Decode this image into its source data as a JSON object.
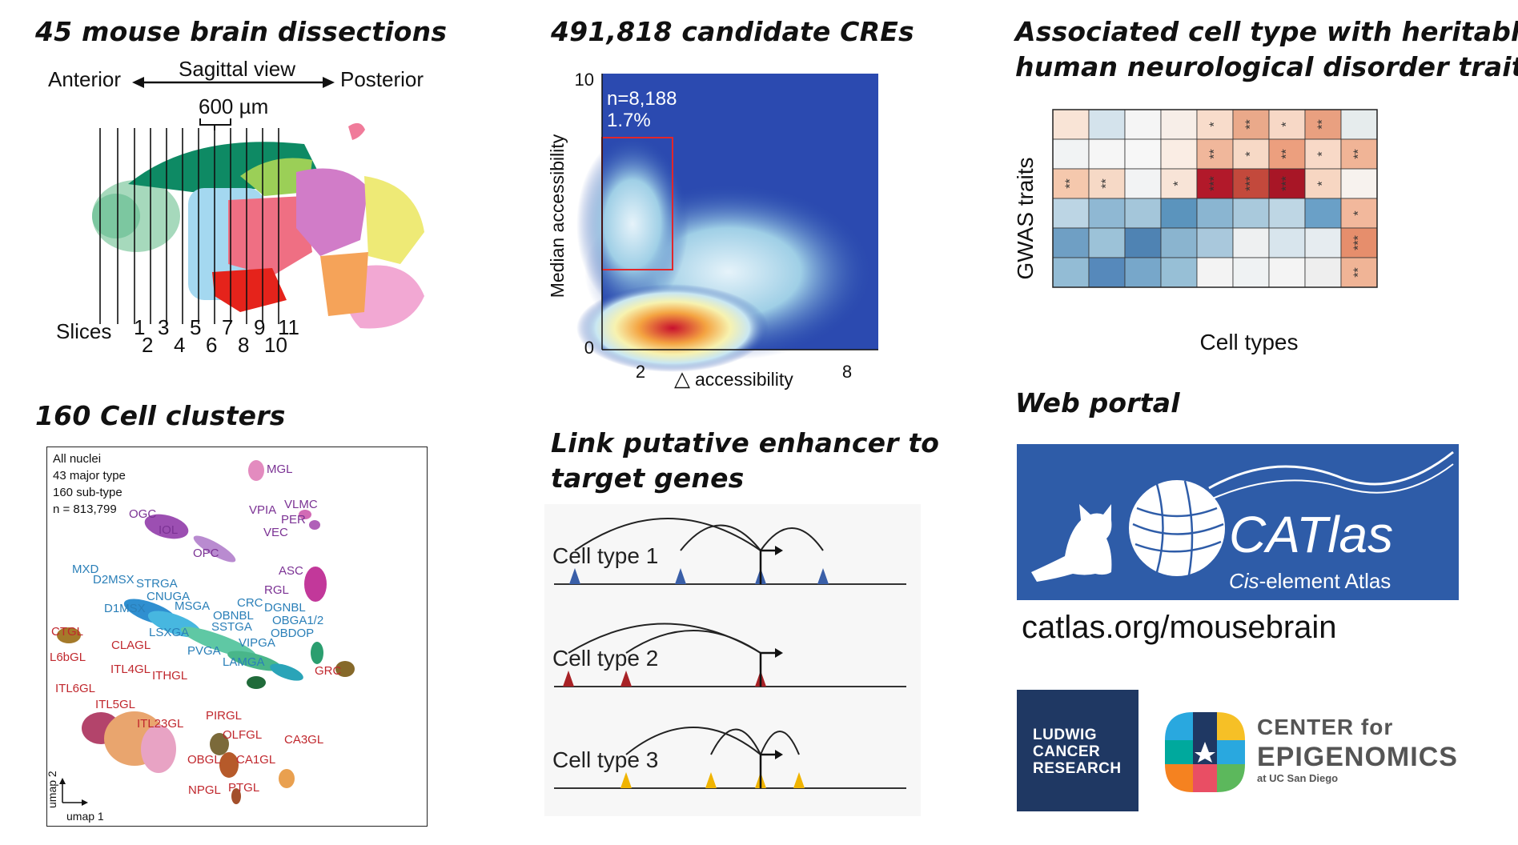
{
  "panels": {
    "dissection": {
      "title": "45 mouse brain dissections",
      "anterior": "Anterior",
      "posterior": "Posterior",
      "view": "Sagittal view",
      "spacing": "600 µm",
      "slices_label": "Slices",
      "slices": [
        "1",
        "2",
        "3",
        "4",
        "5",
        "6",
        "7",
        "8",
        "9",
        "10",
        "11"
      ]
    },
    "cres": {
      "title": "491,818 candidate CREs",
      "annotation_n": "n=8,188",
      "annotation_pct": "1.7%",
      "ylabel": "Median accessibility",
      "xlabel": "accessibility",
      "xlabel_symbol": "△",
      "yticks": [
        "10",
        "0"
      ],
      "xticks": [
        "2",
        "8"
      ]
    },
    "gwas": {
      "title_line1": "Associated cell type with heritable",
      "title_line2": "human neurological disorder traits",
      "ylabel": "GWAS traits",
      "xlabel": "Cell types",
      "matrix_colors": [
        [
          "#f9e4d6",
          "#d4e3ec",
          "#f5f5f5",
          "#f7eee8",
          "#f8dccb",
          "#eaa98a",
          "#f7d8c6",
          "#e9a080",
          "#e6eced"
        ],
        [
          "#f1f3f4",
          "#f6f6f6",
          "#f7f7f7",
          "#faede4",
          "#f0b79b",
          "#f7d9c6",
          "#ec9f7e",
          "#f8d9c7",
          "#f0b496"
        ],
        [
          "#f5c8ad",
          "#f6d9c6",
          "#f2f3f4",
          "#f8e4d7",
          "#b2192a",
          "#c3493c",
          "#a81626",
          "#f7d6c2",
          "#f7f2ee"
        ],
        [
          "#bcd5e4",
          "#8fb8d3",
          "#a4c6da",
          "#5b94bd",
          "#8ab5d1",
          "#a9c9dc",
          "#bed6e4",
          "#6aa0c7",
          "#f2b89c"
        ],
        [
          "#6f9fc4",
          "#9cc2d8",
          "#4f83b3",
          "#8ab4cf",
          "#a9c8dc",
          "#eef0f1",
          "#d8e5ed",
          "#e6ecf0",
          "#e68e6c"
        ],
        [
          "#93bcd5",
          "#5689bb",
          "#77a7ca",
          "#97bfd6",
          "#f3f3f3",
          "#eff2f3",
          "#f4f4f4",
          "#eeeeee",
          "#f0b496"
        ]
      ],
      "stars": [
        [
          "",
          "",
          "",
          "",
          "*",
          "**",
          "*",
          "**",
          ""
        ],
        [
          "",
          "",
          "",
          "",
          "**",
          "*",
          "**",
          "*",
          "**"
        ],
        [
          "**",
          "**",
          "",
          "*",
          "***",
          "***",
          "***",
          "*",
          ""
        ],
        [
          "",
          "",
          "",
          "",
          "",
          "",
          "",
          "",
          "*"
        ],
        [
          "",
          "",
          "",
          "",
          "",
          "",
          "",
          "",
          "***"
        ],
        [
          "",
          "",
          "",
          "",
          "",
          "",
          "",
          "",
          "**"
        ]
      ]
    },
    "clusters": {
      "title": "160 Cell clusters",
      "legend": [
        "All nuclei",
        "43 major type",
        "160 sub-type",
        "n = 813,799"
      ],
      "axis_y": "umap 2",
      "axis_x": "umap 1",
      "labels": [
        {
          "text": "MGL",
          "color": "#7b3294"
        },
        {
          "text": "VPIA",
          "color": "#7b3294"
        },
        {
          "text": "VLMC",
          "color": "#7b3294"
        },
        {
          "text": "PER",
          "color": "#7b3294"
        },
        {
          "text": "VEC",
          "color": "#7b3294"
        },
        {
          "text": "OGC",
          "color": "#7b3294"
        },
        {
          "text": "IOL",
          "color": "#7b3294"
        },
        {
          "text": "OPC",
          "color": "#7b3294"
        },
        {
          "text": "ASC",
          "color": "#7b3294"
        },
        {
          "text": "RGL",
          "color": "#7b3294"
        },
        {
          "text": "MXD",
          "color": "#2a7fb8"
        },
        {
          "text": "D2MSX",
          "color": "#2a7fb8"
        },
        {
          "text": "STRGA",
          "color": "#2a7fb8"
        },
        {
          "text": "CNUGA",
          "color": "#2a7fb8"
        },
        {
          "text": "D1MSX",
          "color": "#2a7fb8"
        },
        {
          "text": "MSGA",
          "color": "#2a7fb8"
        },
        {
          "text": "CRC",
          "color": "#2a7fb8"
        },
        {
          "text": "DGNBL",
          "color": "#2a7fb8"
        },
        {
          "text": "OBNBL",
          "color": "#2a7fb8"
        },
        {
          "text": "SSTGA",
          "color": "#2a7fb8"
        },
        {
          "text": "OBGA1/2",
          "color": "#2a7fb8"
        },
        {
          "text": "OBDOP",
          "color": "#2a7fb8"
        },
        {
          "text": "LSXGA",
          "color": "#2a7fb8"
        },
        {
          "text": "PVGA",
          "color": "#2a7fb8"
        },
        {
          "text": "VIPGA",
          "color": "#2a7fb8"
        },
        {
          "text": "LAMGA",
          "color": "#2a7fb8"
        },
        {
          "text": "GRC",
          "color": "#c0272d"
        },
        {
          "text": "CTGL",
          "color": "#c0272d"
        },
        {
          "text": "L6bGL",
          "color": "#c0272d"
        },
        {
          "text": "CLAGL",
          "color": "#c0272d"
        },
        {
          "text": "ITL4GL",
          "color": "#c0272d"
        },
        {
          "text": "ITHGL",
          "color": "#c0272d"
        },
        {
          "text": "ITL6GL",
          "color": "#c0272d"
        },
        {
          "text": "ITL5GL",
          "color": "#c0272d"
        },
        {
          "text": "ITL23GL",
          "color": "#c0272d"
        },
        {
          "text": "PIRGL",
          "color": "#c0272d"
        },
        {
          "text": "OLFGL",
          "color": "#c0272d"
        },
        {
          "text": "OBGL",
          "color": "#c0272d"
        },
        {
          "text": "CA1GL",
          "color": "#c0272d"
        },
        {
          "text": "CA3GL",
          "color": "#c0272d"
        },
        {
          "text": "NPGL",
          "color": "#c0272d"
        },
        {
          "text": "PTGL",
          "color": "#c0272d"
        }
      ]
    },
    "enhancer": {
      "title_line1": "Link putative enhancer to",
      "title_line2": "target genes",
      "rows": [
        {
          "label": "Cell type 1",
          "color": "#3a5fa8"
        },
        {
          "label": "Cell type 2",
          "color": "#a82226"
        },
        {
          "label": "Cell type 3",
          "color": "#f0b400"
        }
      ]
    },
    "portal": {
      "title": "Web portal",
      "banner_name": "CATlas",
      "banner_sub_italic": "Cis",
      "banner_sub_rest": "-element Atlas",
      "banner_color": "#2e5ca8",
      "url": "catlas.org/mousebrain"
    },
    "logos": {
      "ludwig": [
        "LUDWIG",
        "CANCER",
        "RESEARCH"
      ],
      "ludwig_color": "#1f3863",
      "cfe_line1": "CENTER for",
      "cfe_line2": "EPIGENOMICS",
      "cfe_line3": "at UC San Diego"
    }
  }
}
